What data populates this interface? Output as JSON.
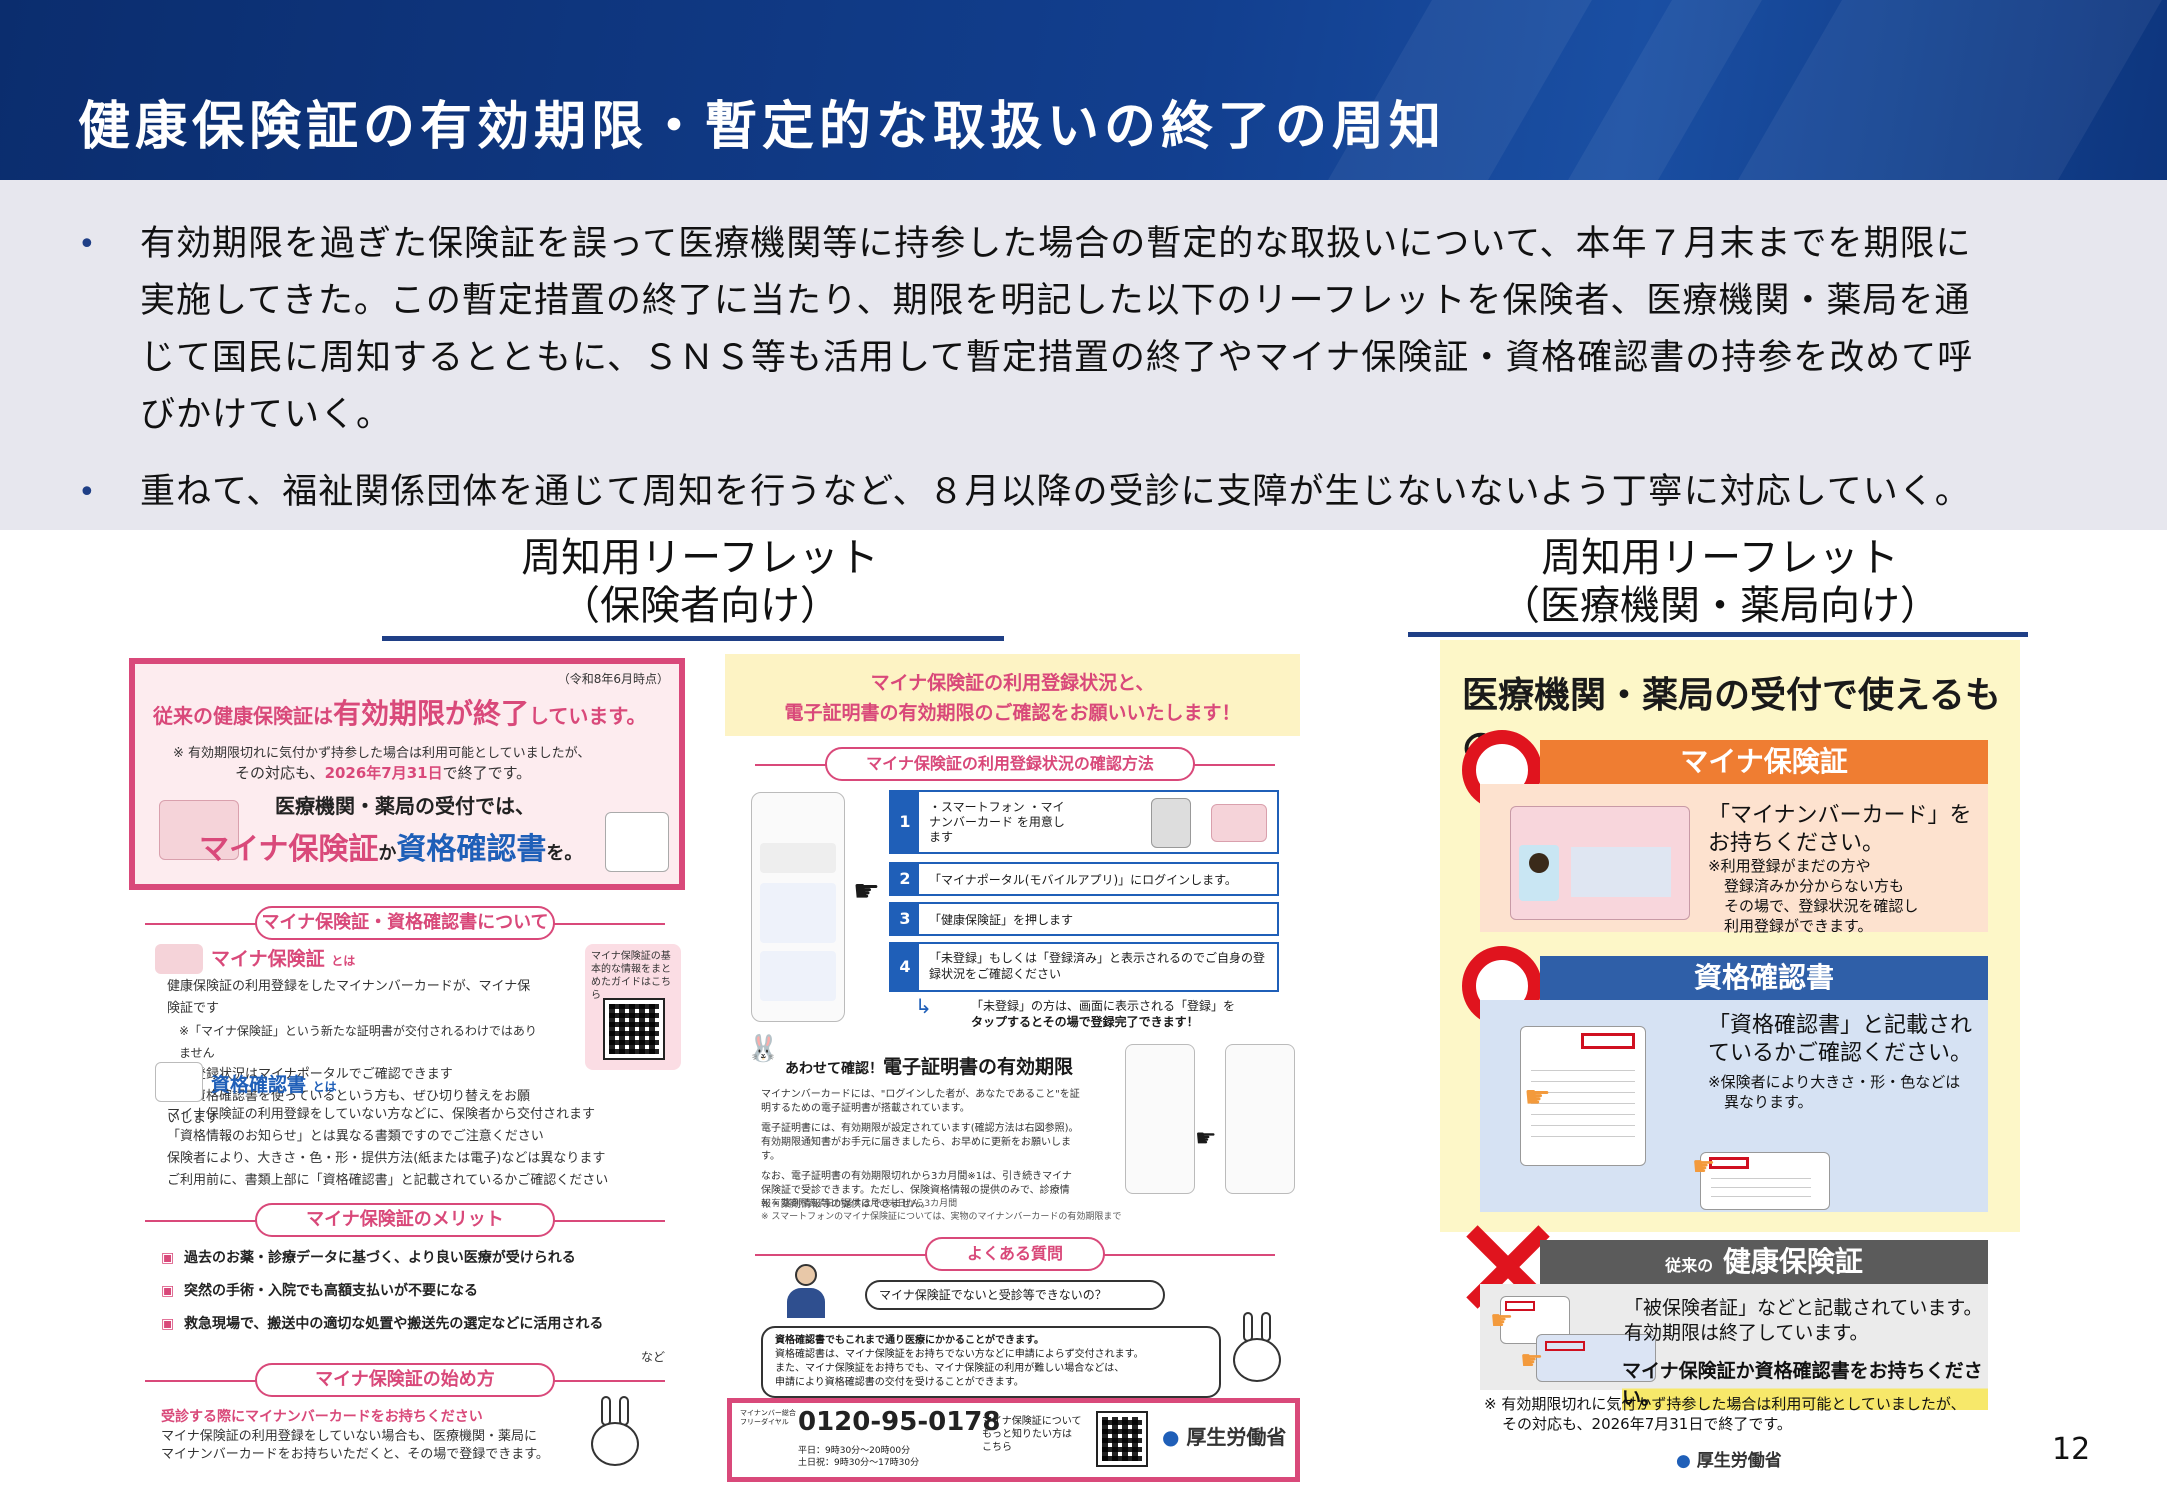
{
  "header": {
    "title": "健康保険証の有効期限・暫定的な取扱いの終了の周知"
  },
  "bullets": [
    {
      "line1": "有効期限を過ぎた保険証を誤って医療機関等に持参した場合の暫定的な取扱いについて、本年７月末までを期限に",
      "line2": "実施してきた。この暫定措置の終了に当たり、期限を明記した以下のリーフレットを保険者、医療機関・薬局を通",
      "line3": "じて国民に周知するとともに、ＳＮＳ等も活用して暫定措置の終了やマイナ保険証・資格確認書の持参を改めて呼",
      "line4": "びかけていく。"
    },
    {
      "line1": "重ねて、福祉関係団体を通じて周知を行うなど、８月以降の受診に支障が生じないないよう丁寧に対応していく。"
    }
  ],
  "captions": {
    "insurer": {
      "line1": "周知用リーフレット",
      "line2": "（保険者向け）"
    },
    "medical": {
      "line1": "周知用リーフレット",
      "line2": "（医療機関・薬局向け）"
    }
  },
  "leaflet_insurer": {
    "date_note": "（令和8年6月時点）",
    "headline_pre": "従来の健康保険証は",
    "headline_em": "有効期限が終了",
    "headline_post": "しています。",
    "note1": "※ 有効期限切れに気付かず持参した場合は利用可能としていましたが、",
    "note2_pre": "その対応も、",
    "note2_date": "2026年7月31日",
    "note2_post": "で終了です。",
    "reception": "医療機関・薬局の受付では、",
    "mynah": "マイナ保険証",
    "ka": "か",
    "shikaku": "資格確認書",
    "wo": "を。",
    "sec1": "マイナ保険証・資格確認書について",
    "mynah_title": "マイナ保険証",
    "towa": "とは",
    "mynah_items": [
      "健康保険証の利用登録をしたマイナンバーカードが、マイナ保険証です",
      "※「マイナ保険証」という新たな証明書が交付されるわけではありません",
      "利用登録状況はマイナポータルでご確認できます",
      "今は資格確認書を使っているという方も、ぜひ切り替えをお願いします"
    ],
    "guide": "マイナ保険証の基本的な情報をまとめたガイドはこちら",
    "shikaku_title": "資格確認書",
    "shikaku_items": [
      "マイナ保険証の利用登録をしていない方などに、保険者から交付されます",
      "「資格情報のお知らせ」とは異なる書類ですのでご注意ください",
      "保険者により、大きさ・色・形・提供方法(紙または電子)などは異なります",
      "ご利用前に、書類上部に「資格確認書」と記載されているかご確認ください"
    ],
    "sec2": "マイナ保険証のメリット",
    "merits": [
      "過去のお薬・診療データに基づく、より良い医療が受けられる",
      "突然の手術・入院でも高額支払いが不要になる",
      "救急現場で、搬送中の適切な処置や搬送先の選定などに活用される"
    ],
    "nado": "など",
    "sec3": "マイナ保険証の始め方",
    "start_head": "受診する際にマイナンバーカードをお持ちください",
    "start_1": "マイナ保険証の利用登録をしていない場合も、医療機関・薬局に",
    "start_2": "マイナンバーカードをお持ちいただくと、その場で登録できます。"
  },
  "leaflet_insurer_p2": {
    "banner1": "マイナ保険証の利用登録状況と、",
    "banner2": "電子証明書の有効期限のご確認をお願いいたします！",
    "sec": "マイナ保険証の利用登録状況の確認方法",
    "steps": [
      {
        "n": "1",
        "t": "・スマートフォン ・マイナンバーカード を用意します"
      },
      {
        "n": "2",
        "t": "「マイナポータル(モバイルアプリ)」にログインします。"
      },
      {
        "n": "3",
        "t": "「健康保険証」を押します"
      },
      {
        "n": "4",
        "t": "「未登録」もしくは「登録済み」と表示されるのでご自身の登録状況をご確認ください"
      }
    ],
    "unreg1": "「未登録」の方は、画面に表示される「登録」を",
    "unreg2": "タップするとその場で登録完了できます！",
    "cert_pre": "あわせて確認！",
    "cert_title": "電子証明書の有効期限",
    "cert_items": [
      "マイナンバーカードには、\"ログインした者が、あなたであること\"を証明するための電子証明書が搭載されています。",
      "電子証明書には、有効期限が設定されています(確認方法は右図参照)。有効期限通知書がお手元に届きましたら、お早めに更新をお願いします。",
      "なお、電子証明書の有効期限切れから3カ月間※1は、引き続きマイナ保険証で受診できます。ただし、保険資格情報の提供のみで、診療情報・薬剤情報等の提供はできません。"
    ],
    "cert_note1": "※ 有効期限満了日が属する月の末日から3カ月間",
    "cert_note2": "※ スマートフォンのマイナ保険証については、実物のマイナンバーカードの有効期限まで",
    "faq": "よくある質問",
    "faq_q": "マイナ保険証でないと受診等できないの？",
    "faq_a1": "資格確認書でもこれまで通り医療にかかることができます。",
    "faq_a2": "資格確認書は、マイナ保険証をお持ちでない方などに申請によらず交付されます。",
    "faq_a3": "また、マイナ保険証をお持ちでも、マイナ保険証の利用が難しい場合などは、",
    "faq_a4": "申請により資格確認書の交付を受けることができます。",
    "phone": "0120-95-0178",
    "phone_label": "マイナンバー総合フリーダイヤル",
    "phone_hours1": "平日：9時30分〜20時00分",
    "phone_hours2": "土日祝：9時30分〜17時30分",
    "more": "マイナ保険証について もっと知りたい方は こちら",
    "mhlw": "厚生労働省"
  },
  "leaflet_medical": {
    "title": "医療機関・薬局の受付で使えるもの",
    "mynah_bar": "マイナ保険証",
    "mynah_text1": "「マイナンバーカード」を",
    "mynah_text2": "お持ちください。",
    "mynah_note1": "※利用登録がまだの方や",
    "mynah_note2": "登録済みか分からない方も",
    "mynah_note3": "その場で、登録状況を確認し",
    "mynah_note4": "利用登録ができます。",
    "shikaku_bar": "資格確認書",
    "shikaku_text1": "「資格確認書」と記載され",
    "shikaku_text2": "ているかご確認ください。",
    "shikaku_note1": "※保険者により大きさ・形・色などは",
    "shikaku_note2": "異なります。",
    "old_pre": "従来の",
    "old_bar": "健康保険証",
    "old_text1": "「被保険者証」などと記載されています。",
    "old_text2": "有効期限は終了しています。",
    "old_text3": "マイナ保険証か資格確認書をお持ちください。",
    "footnote1": "※ 有効期限切れに気付かず持参した場合は利用可能としていましたが、",
    "footnote2": "その対応も、2026年7月31日で終了です。",
    "mhlw": "厚生労働省"
  },
  "page_number": "12"
}
